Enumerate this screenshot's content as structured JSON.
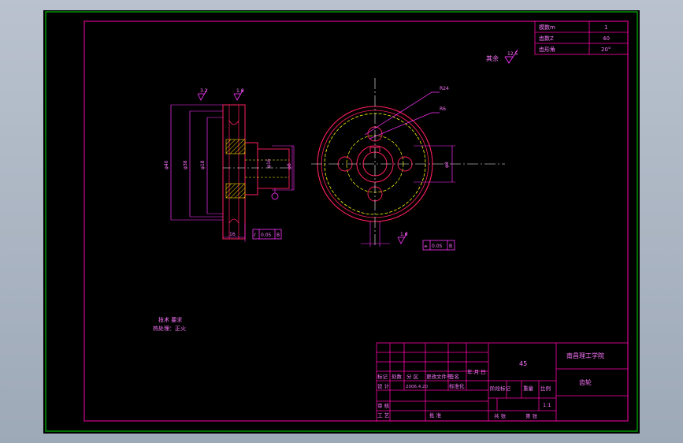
{
  "colors": {
    "background": "#000000",
    "outer_border": "#00e000",
    "frame": "#ff00aa",
    "outline": "#ff2060",
    "dimension": "#ff33ff",
    "center_line": "#ffffff",
    "hidden_line": "#ffff00",
    "hatch": "#ffd000",
    "title_text": "#ff77ff"
  },
  "corner_table": {
    "rows": [
      {
        "label": "模数m",
        "value": "1"
      },
      {
        "label": "齿数Z",
        "value": "40"
      },
      {
        "label": "齿形角",
        "value": "20°"
      }
    ]
  },
  "roughness_rest": {
    "label": "其余",
    "value": "12.5"
  },
  "side_view": {
    "roughness_a": "3.2",
    "roughness_b": "1.6",
    "keyway_width": "16",
    "dia_labels": [
      "φ40",
      "φ38",
      "φ18"
    ],
    "mid_dia": "φ16",
    "hub_dia": "φ8",
    "tolerance": {
      "symbol": "⫽",
      "value": "0.05",
      "datum": "B"
    }
  },
  "front_view": {
    "leader_a": "R24",
    "leader_b": "R6",
    "height_dim": "φ8",
    "roughness": "1.6",
    "tolerance": {
      "symbol": "⌯",
      "value": "0.05",
      "datum": "B"
    }
  },
  "notes": {
    "line1": "技术 要求",
    "line2": "热处理：正火"
  },
  "title_block": {
    "part_name": "45",
    "school": "南昌理工学院",
    "drawing_name": "齿轮",
    "scale": "1:1",
    "labels": {
      "mark": "标记",
      "count": "处数",
      "zone": "分 区",
      "change_doc": "更改文件号",
      "sign": "签名",
      "date": "年.月.日",
      "design": "设 计",
      "std": "标准化",
      "stage_mark": "阶段标记",
      "weight": "重量",
      "ratio": "比例",
      "review": "审 核",
      "process": "工 艺",
      "approve": "批 准",
      "sheets_total": "共 张",
      "sheet_no": "第 张"
    },
    "design_date": "2006.4.20",
    "design_std": "标准化"
  }
}
